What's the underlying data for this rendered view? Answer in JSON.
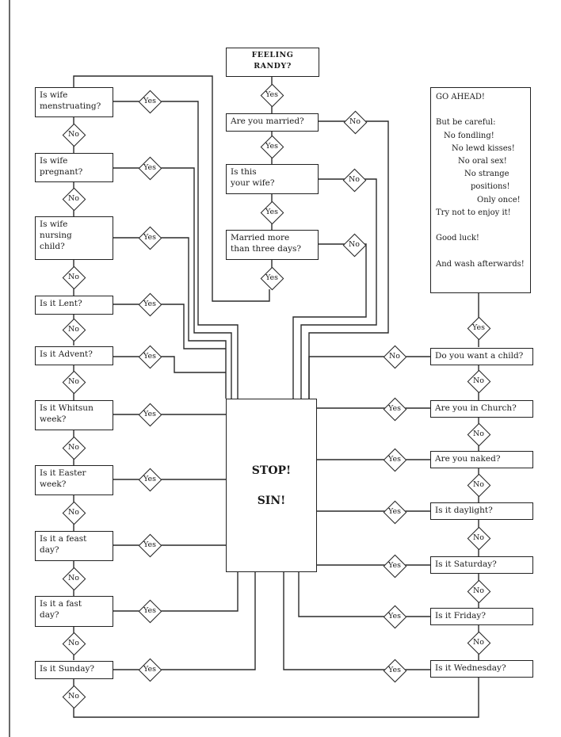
{
  "start": {
    "label": "FEELING\nRANDY?"
  },
  "center_column": [
    {
      "label": "Are you married?",
      "no": "No"
    },
    {
      "label": "Is this\nyour wife?",
      "no": "No"
    },
    {
      "label": "Married more\nthan three days?",
      "no": "No"
    }
  ],
  "center_yes": [
    "Yes",
    "Yes",
    "Yes",
    "Yes"
  ],
  "left_column": [
    {
      "label": "Is wife\nmenstruating?",
      "yes": "Yes",
      "no": "No"
    },
    {
      "label": "Is wife\npregnant?",
      "yes": "Yes",
      "no": "No"
    },
    {
      "label": "Is wife\nnursing\nchild?",
      "yes": "Yes",
      "no": "No"
    },
    {
      "label": "Is it Lent?",
      "yes": "Yes",
      "no": "No"
    },
    {
      "label": "Is it Advent?",
      "yes": "Yes",
      "no": "No"
    },
    {
      "label": "Is it Whitsun\nweek?",
      "yes": "Yes",
      "no": "No"
    },
    {
      "label": "Is it Easter\nweek?",
      "yes": "Yes",
      "no": "No"
    },
    {
      "label": "Is it a feast\nday?",
      "yes": "Yes",
      "no": "No"
    },
    {
      "label": "Is it a fast\nday?",
      "yes": "Yes",
      "no": "No"
    },
    {
      "label": "Is it Sunday?",
      "yes": "Yes",
      "no": "No"
    }
  ],
  "right_column": [
    {
      "label": "Do you want a child?",
      "yes": "No",
      "no": "No"
    },
    {
      "label": "Are you in Church?",
      "yes": "Yes",
      "no": "No"
    },
    {
      "label": "Are you naked?",
      "yes": "Yes",
      "no": "No"
    },
    {
      "label": "Is it daylight?",
      "yes": "Yes",
      "no": "No"
    },
    {
      "label": "Is it Saturday?",
      "yes": "Yes",
      "no": "No"
    },
    {
      "label": "Is it Friday?",
      "yes": "Yes",
      "no": "No"
    },
    {
      "label": "Is it Wednesday?",
      "yes": "Yes"
    }
  ],
  "ahead_yes": "Yes",
  "stop": {
    "line1": "STOP!",
    "line2": "SIN!"
  },
  "go_ahead": {
    "lines": [
      "GO AHEAD!",
      "",
      "But be careful:",
      "No fondling!",
      "No lewd kisses!",
      "No oral sex!",
      "No strange",
      "positions!",
      "Only once!",
      "Try not to enjoy it!",
      "",
      "Good luck!",
      "",
      "And wash afterwards!"
    ]
  }
}
